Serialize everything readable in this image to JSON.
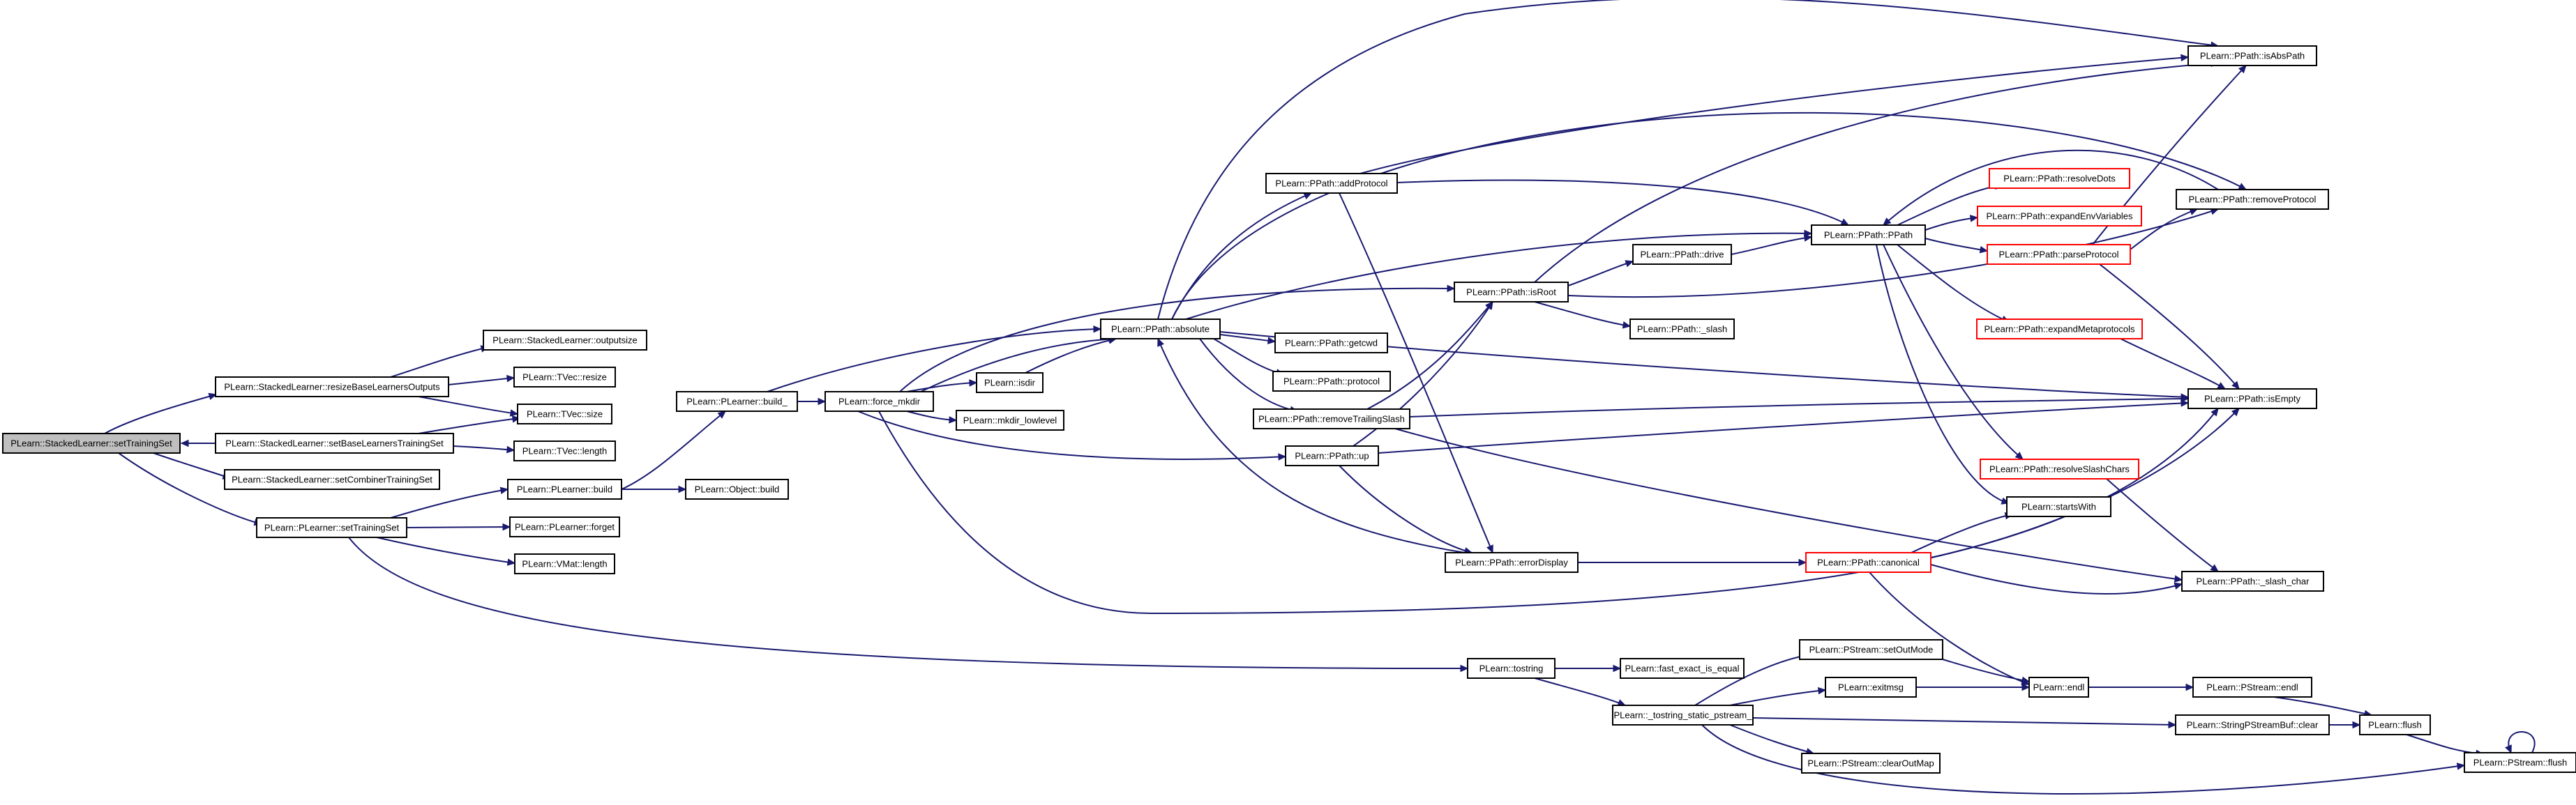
{
  "nodes": {
    "setTrainingSet": {
      "label": "PLearn::StackedLearner::setTrainingSet",
      "style": "root"
    },
    "resizeBaseLearnersOutputs": {
      "label": "PLearn::StackedLearner::resizeBaseLearnersOutputs"
    },
    "setBaseLearnersTrainingSet": {
      "label": "PLearn::StackedLearner::setBaseLearnersTrainingSet"
    },
    "setCombinerTrainingSet": {
      "label": "PLearn::StackedLearner::setCombinerTrainingSet"
    },
    "plearnerSetTrainingSet": {
      "label": "PLearn::PLearner::setTrainingSet"
    },
    "outputsize": {
      "label": "PLearn::StackedLearner::outputsize"
    },
    "tvecResize": {
      "label": "PLearn::TVec::resize"
    },
    "tvecSize": {
      "label": "PLearn::TVec::size"
    },
    "tvecLength": {
      "label": "PLearn::TVec::length"
    },
    "plearnerBuild": {
      "label": "PLearn::PLearner::build"
    },
    "plearnerForget": {
      "label": "PLearn::PLearner::forget"
    },
    "vmatLength": {
      "label": "PLearn::VMat::length"
    },
    "plearnerBuildInternal": {
      "label": "PLearn::PLearner::build_"
    },
    "objectBuild": {
      "label": "PLearn::Object::build"
    },
    "forceMkdir": {
      "label": "PLearn::force_mkdir"
    },
    "isdir": {
      "label": "PLearn::isdir"
    },
    "mkdirLowlevel": {
      "label": "PLearn::mkdir_lowlevel"
    },
    "absolute": {
      "label": "PLearn::PPath::absolute"
    },
    "addProtocol": {
      "label": "PLearn::PPath::addProtocol"
    },
    "getcwd": {
      "label": "PLearn::PPath::getcwd"
    },
    "protocol": {
      "label": "PLearn::PPath::protocol"
    },
    "removeTrailingSlash": {
      "label": "PLearn::PPath::removeTrailingSlash"
    },
    "up": {
      "label": "PLearn::PPath::up"
    },
    "isRoot": {
      "label": "PLearn::PPath::isRoot"
    },
    "drive": {
      "label": "PLearn::PPath::drive"
    },
    "slash": {
      "label": "PLearn::PPath::_slash"
    },
    "errorDisplay": {
      "label": "PLearn::PPath::errorDisplay"
    },
    "ppath": {
      "label": "PLearn::PPath::PPath"
    },
    "resolveDots": {
      "label": "PLearn::PPath::resolveDots",
      "style": "red"
    },
    "expandEnvVariables": {
      "label": "PLearn::PPath::expandEnvVariables",
      "style": "red"
    },
    "parseProtocol": {
      "label": "PLearn::PPath::parseProtocol",
      "style": "red"
    },
    "expandMetaprotocols": {
      "label": "PLearn::PPath::expandMetaprotocols",
      "style": "red"
    },
    "resolveSlashChars": {
      "label": "PLearn::PPath::resolveSlashChars",
      "style": "red"
    },
    "startsWith": {
      "label": "PLearn::startsWith"
    },
    "canonical": {
      "label": "PLearn::PPath::canonical",
      "style": "red"
    },
    "isAbsPath": {
      "label": "PLearn::PPath::isAbsPath"
    },
    "removeProtocol": {
      "label": "PLearn::PPath::removeProtocol"
    },
    "isEmpty": {
      "label": "PLearn::PPath::isEmpty"
    },
    "slashChar": {
      "label": "PLearn::PPath::_slash_char"
    },
    "tostring": {
      "label": "PLearn::tostring"
    },
    "fastExactIsEqual": {
      "label": "PLearn::fast_exact_is_equal"
    },
    "tostringStatic": {
      "label": "PLearn::_tostring_static_pstream_"
    },
    "setOutMode": {
      "label": "PLearn::PStream::setOutMode"
    },
    "exitmsg": {
      "label": "PLearn::exitmsg"
    },
    "clearOutMap": {
      "label": "PLearn::PStream::clearOutMap"
    },
    "endl": {
      "label": "PLearn::endl"
    },
    "pstreamEndl": {
      "label": "PLearn::PStream::endl"
    },
    "stringBufClear": {
      "label": "PLearn::StringPStreamBuf::clear"
    },
    "flush": {
      "label": "PLearn::flush"
    },
    "pstreamFlush": {
      "label": "PLearn::PStream::flush"
    }
  },
  "colors": {
    "edge": "#191970",
    "node_border": "#000000",
    "node_border_incomplete": "#ff0000",
    "root_fill": "#bfbfbf"
  }
}
